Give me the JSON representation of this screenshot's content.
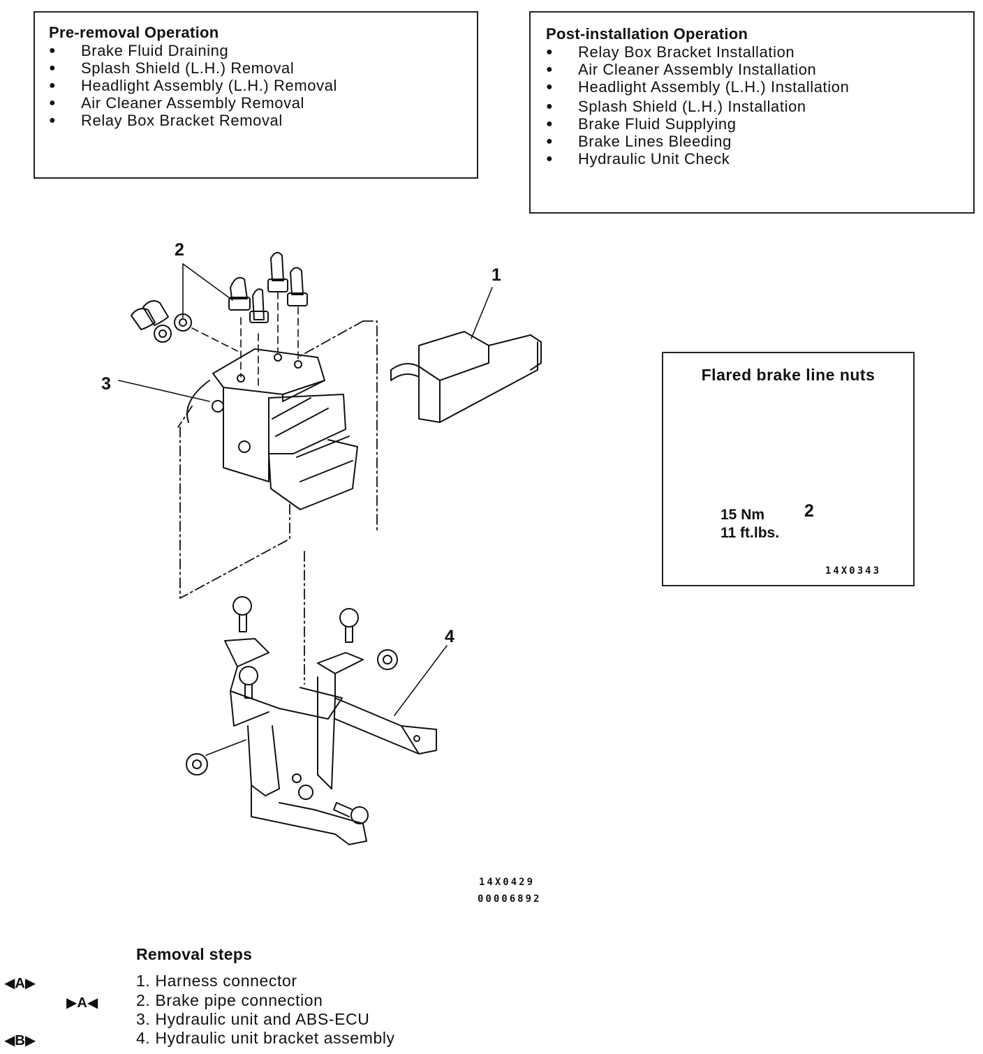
{
  "pre_removal": {
    "title": "Pre-removal Operation",
    "items": [
      "Brake Fluid Draining",
      "Splash Shield (L.H.) Removal",
      "Headlight Assembly (L.H.) Removal",
      "Air Cleaner Assembly Removal",
      "Relay Box Bracket Removal"
    ]
  },
  "post_installation": {
    "title": "Post-installation Operation",
    "items": [
      "Relay Box Bracket Installation",
      "Air Cleaner Assembly Installation",
      "Headlight Assembly (L.H.) Installation",
      "Splash Shield (L.H.) Installation",
      "Brake Fluid Supplying",
      "Brake Lines Bleeding",
      "Hydraulic Unit Check"
    ]
  },
  "diagram": {
    "callouts": [
      "1",
      "2",
      "3",
      "4"
    ],
    "codes": [
      "14X0429",
      "00006892"
    ]
  },
  "flare_inset": {
    "title": "Flared brake line nuts",
    "callout": "2",
    "torque_nm": "15 Nm",
    "torque_ftlbs": "11 ft.lbs.",
    "code": "14X0343"
  },
  "removal_steps": {
    "title": "Removal steps",
    "steps": [
      "1. Harness connector",
      "2. Brake pipe connection",
      "3. Hydraulic unit and ABS-ECU",
      "4. Hydraulic unit bracket assembly"
    ],
    "marks": [
      "◀A▶",
      "▶A◀",
      "◀B▶"
    ]
  },
  "bullet_glyph": "●"
}
